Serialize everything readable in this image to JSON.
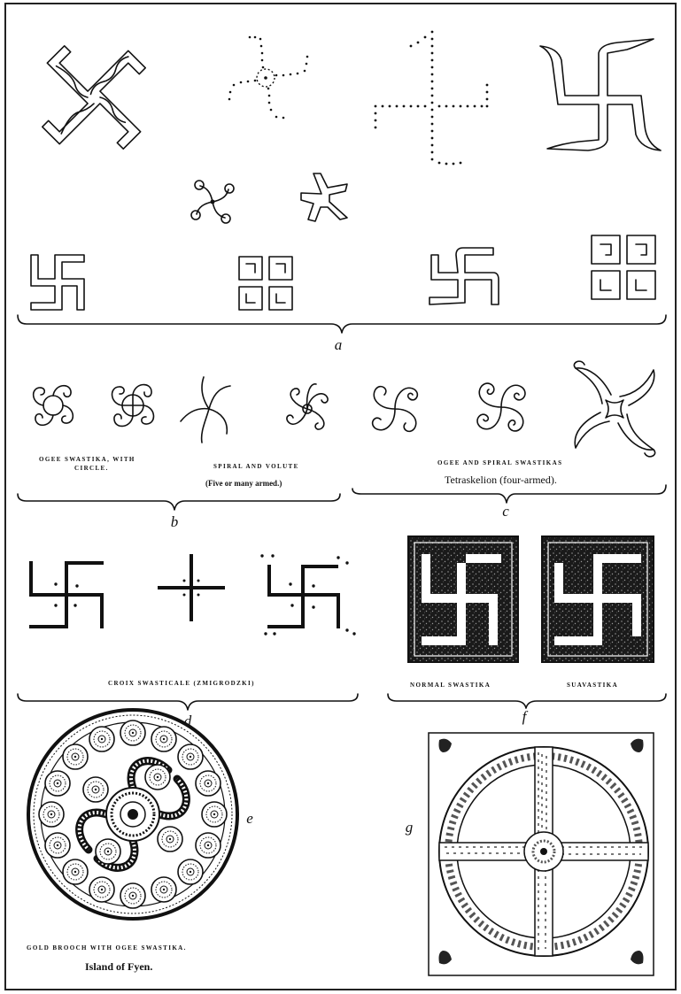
{
  "plate": {
    "group_letters": {
      "a": "a",
      "b": "b",
      "c": "c",
      "d": "d",
      "e": "e",
      "f": "f",
      "g": "g"
    },
    "captions": {
      "ogee_circle_line1": "OGEE SWASTIKA, WITH",
      "ogee_circle_line2": "CIRCLE.",
      "spiral_volute": "SPIRAL AND VOLUTE",
      "five_armed": "(Five or many armed.)",
      "ogee_spiral": "OGEE AND SPIRAL SWASTIKAS",
      "tetraskelion": "Tetraskelion (four-armed).",
      "croix": "CROIX SWASTICALE (ZMIGRODZKI)",
      "normal": "NORMAL SWASTIKA",
      "suavastika": "SUAVASTIKA",
      "brooch": "GOLD BROOCH WITH OGEE SWASTIKA.",
      "fyen": "Island of Fyen."
    }
  }
}
